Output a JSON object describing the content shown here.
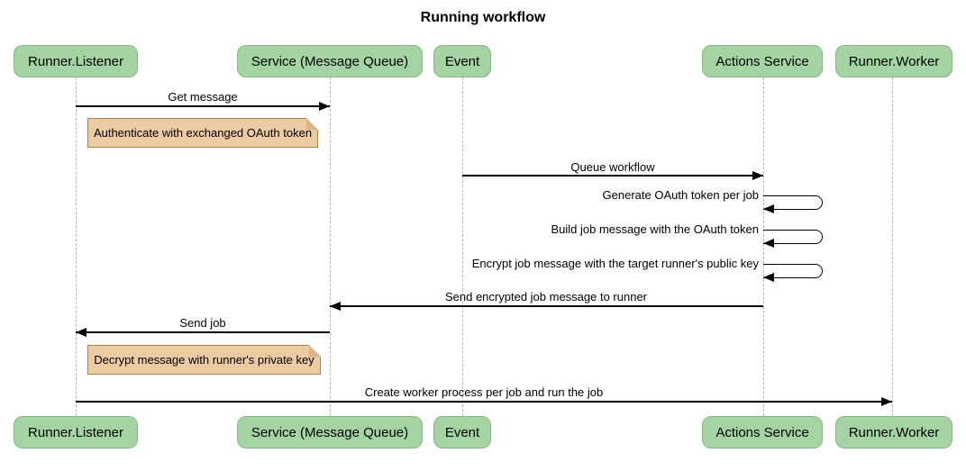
{
  "title": "Running workflow",
  "colors": {
    "participant_fill": "#a4d3a4",
    "participant_border": "#84b784",
    "note_fill": "#eccaa4",
    "note_border": "#a8824f",
    "note_fold": "#dcb488",
    "lifeline": "#b3b3b3",
    "line": "#000000",
    "text": "#000000"
  },
  "participants": [
    {
      "label": "Runner.Listener"
    },
    {
      "label": "Service (Message Queue)"
    },
    {
      "label": "Event"
    },
    {
      "label": "Actions Service"
    },
    {
      "label": "Runner.Worker"
    }
  ],
  "messages": [
    {
      "type": "message",
      "label": "Get message",
      "from": "Runner.Listener",
      "to": "Service (Message Queue)",
      "direction": "right"
    },
    {
      "type": "note",
      "label": "Authenticate with exchanged OAuth token",
      "position": "right of Runner.Listener"
    },
    {
      "type": "message",
      "label": "Queue workflow",
      "from": "Event",
      "to": "Actions Service",
      "direction": "right"
    },
    {
      "type": "self-message",
      "label": "Generate OAuth token per job",
      "on": "Actions Service"
    },
    {
      "type": "self-message",
      "label": "Build job message with the OAuth token",
      "on": "Actions Service"
    },
    {
      "type": "self-message",
      "label": "Encrypt job message with the target runner's public key",
      "on": "Actions Service"
    },
    {
      "type": "message",
      "label": "Send encrypted job message to runner",
      "from": "Actions Service",
      "to": "Service (Message Queue)",
      "direction": "left"
    },
    {
      "type": "message",
      "label": "Send job",
      "from": "Service (Message Queue)",
      "to": "Runner.Listener",
      "direction": "left"
    },
    {
      "type": "note",
      "label": "Decrypt message with runner's private key",
      "position": "right of Runner.Listener"
    },
    {
      "type": "message",
      "label": "Create worker process per job and run the job",
      "from": "Runner.Listener",
      "to": "Runner.Worker",
      "direction": "right"
    }
  ]
}
